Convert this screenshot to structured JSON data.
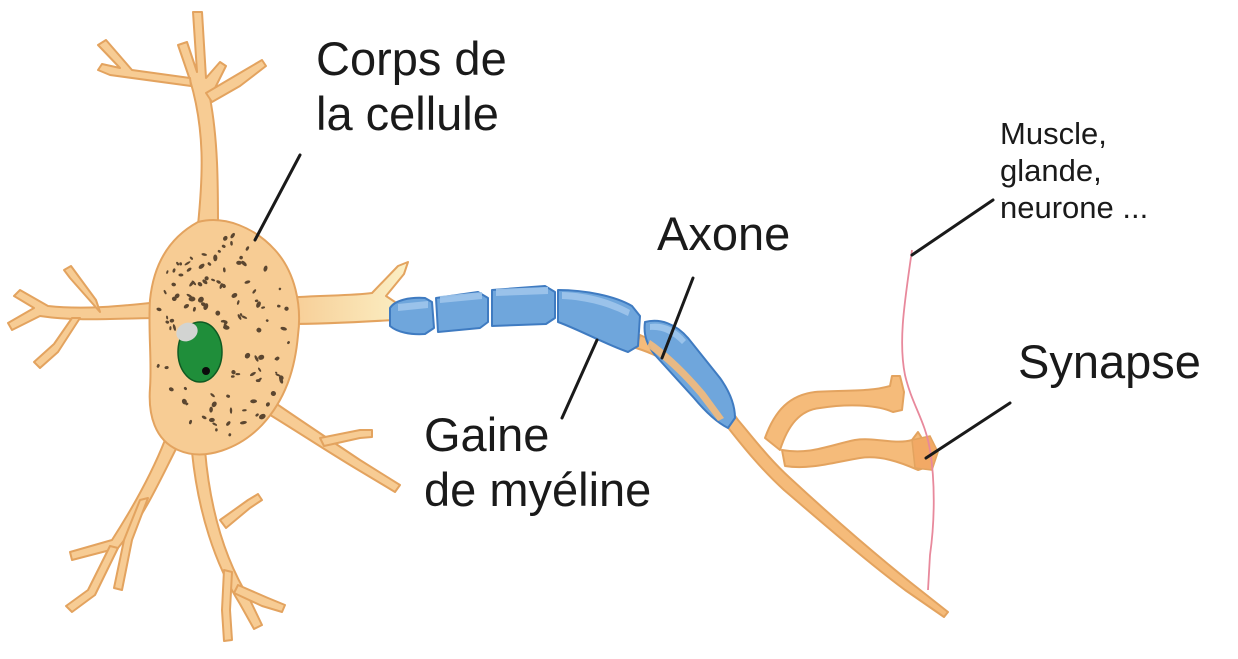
{
  "labels": {
    "cell_body": [
      "Corps de",
      "la cellule"
    ],
    "axon": "Axone",
    "myelin": [
      "Gaine",
      "de myéline"
    ],
    "target": [
      "Muscle,",
      "glande,",
      "neurone ..."
    ],
    "synapse": "Synapse"
  },
  "colors": {
    "neuron_fill": "#f7cc94",
    "neuron_stroke": "#e3a35f",
    "dendrite_tip": "#fbf0c0",
    "soma_dots": "#5b4630",
    "nucleus": "#1f8e3a",
    "nucleolus": "#d2d4d2",
    "myelin_fill": "#6fa6dc",
    "myelin_stroke": "#3f7bc1",
    "myelin_highlight": "#9fc6ec",
    "axon_core": "#f5bb7a",
    "terminal": "#f2a965",
    "membrane": "#e8899c",
    "leader_line": "#1a1a1a"
  }
}
